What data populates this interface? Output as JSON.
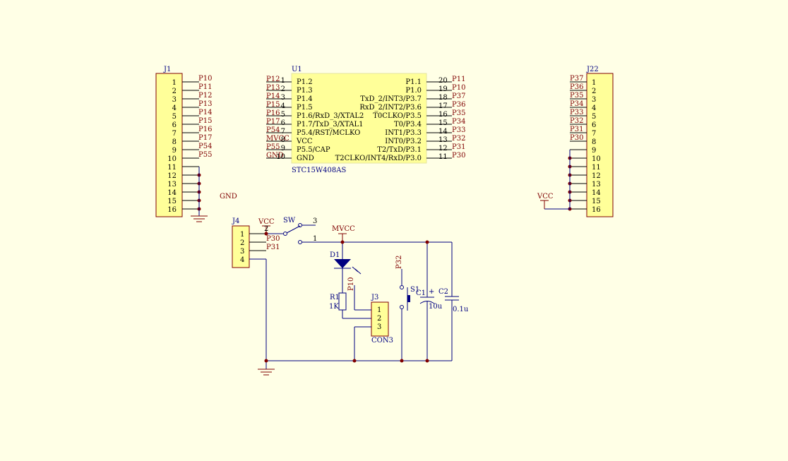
{
  "colors": {
    "background": "#ffffe6",
    "wire": "#000080",
    "net_label": "#800000",
    "body": "#ffff99",
    "junction": "#800000"
  },
  "j1": {
    "ref": "J1",
    "pins": [
      "1",
      "2",
      "3",
      "4",
      "5",
      "6",
      "7",
      "8",
      "9",
      "10",
      "11",
      "12",
      "13",
      "14",
      "15",
      "16"
    ],
    "nets": [
      "P10",
      "P11",
      "P12",
      "P13",
      "P14",
      "P15",
      "P16",
      "P17",
      "P54",
      "P55"
    ],
    "gnd_label": "GND"
  },
  "j22": {
    "ref": "J22",
    "pins": [
      "1",
      "2",
      "3",
      "4",
      "5",
      "6",
      "7",
      "8",
      "9",
      "10",
      "11",
      "12",
      "13",
      "14",
      "15",
      "16"
    ],
    "nets": [
      "P37",
      "P36",
      "P35",
      "P34",
      "P33",
      "P32",
      "P31",
      "P30"
    ],
    "vcc_label": "VCC"
  },
  "u1": {
    "ref": "U1",
    "part": "STC15W408AS",
    "left_pins": [
      {
        "net": "P12",
        "num": "1",
        "name": "P1.2"
      },
      {
        "net": "P13",
        "num": "2",
        "name": "P1.3"
      },
      {
        "net": "P14",
        "num": "3",
        "name": "P1.4"
      },
      {
        "net": "P15",
        "num": "4",
        "name": "P1.5"
      },
      {
        "net": "P16",
        "num": "5",
        "name": "P1.6/RxD_3/XTAL2"
      },
      {
        "net": "P17",
        "num": "6",
        "name": "P1.7/TxD_3/XTAL1"
      },
      {
        "net": "P54",
        "num": "7",
        "name": "P5.4/RST/MCLKO"
      },
      {
        "net": "MVCC",
        "num": "8",
        "name": "VCC"
      },
      {
        "net": "P55",
        "num": "9",
        "name": "P5.5/CAP"
      },
      {
        "net": "GND",
        "num": "10",
        "name": "GND"
      }
    ],
    "right_pins": [
      {
        "net": "P11",
        "num": "20",
        "name": "P1.1"
      },
      {
        "net": "P10",
        "num": "19",
        "name": "P1.0"
      },
      {
        "net": "P37",
        "num": "18",
        "name": "TxD_2/INT3/P3.7"
      },
      {
        "net": "P36",
        "num": "17",
        "name": "RxD_2/INT2/P3.6"
      },
      {
        "net": "P35",
        "num": "16",
        "name": "T0CLKO/P3.5"
      },
      {
        "net": "P34",
        "num": "15",
        "name": "T0/P3.4"
      },
      {
        "net": "P33",
        "num": "14",
        "name": "INT1/P3.3"
      },
      {
        "net": "P32",
        "num": "13",
        "name": "INT0/P3.2"
      },
      {
        "net": "P31",
        "num": "12",
        "name": "T2/TxD/P3.1"
      },
      {
        "net": "P30",
        "num": "11",
        "name": "T2CLKO/INT4/RxD/P3.0"
      }
    ]
  },
  "j4": {
    "ref": "J4",
    "pins": [
      "1",
      "2",
      "3",
      "4"
    ],
    "nets": [
      "VCC",
      "P30",
      "P31"
    ]
  },
  "sw": {
    "ref": "SW",
    "pin_top": "3",
    "pin_mid": "2",
    "pin_bottom": "1"
  },
  "mvcc_label": "MVCC",
  "d1": {
    "ref": "D1",
    "net": "P10"
  },
  "r1": {
    "ref": "R1",
    "value": "1K"
  },
  "j3": {
    "ref": "J3",
    "part": "CON3",
    "pins": [
      "1",
      "2",
      "3"
    ]
  },
  "s1": {
    "ref": "S1",
    "net": "P32"
  },
  "c1": {
    "ref": "C1",
    "value": "10u",
    "plus": "+"
  },
  "c2": {
    "ref": "C2",
    "value": "0.1u"
  }
}
